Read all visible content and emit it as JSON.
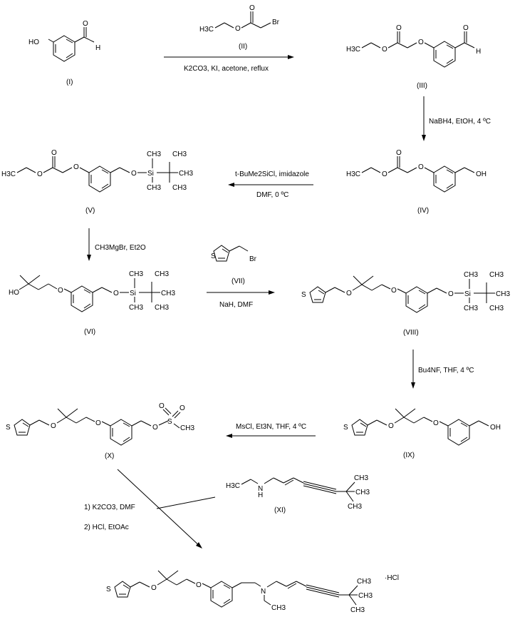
{
  "compounds": {
    "I": "(I)",
    "II": "(II)",
    "III": "(III)",
    "IV": "(IV)",
    "V": "(V)",
    "VI": "(VI)",
    "VII": "(VII)",
    "VIII": "(VIII)",
    "IX": "(IX)",
    "X": "(X)",
    "XI": "(XI)"
  },
  "conditions": {
    "step1": "K2CO3, KI, acetone, reflux",
    "step2": "NaBH4, EtOH, 4 ºC",
    "step3a": "t-BuMe2SiCl, imidazole",
    "step3b": "DMF, 0 ºC",
    "step4": "CH3MgBr, Et2O",
    "step5": "NaH, DMF",
    "step6": "Bu4NF, THF, 4 ºC",
    "step7": "MsCl, Et3N, THF, 4 ºC",
    "step8a": "1) K2CO3, DMF",
    "step8b": "2) HCl, EtOAc"
  },
  "salt": "·HCl",
  "atoms": {
    "HO": "HO",
    "H": "H",
    "O": "O",
    "Br": "Br",
    "H3C": "H3C",
    "CH3": "CH3",
    "OH": "OH",
    "Si": "Si",
    "S": "S",
    "N": "N"
  }
}
